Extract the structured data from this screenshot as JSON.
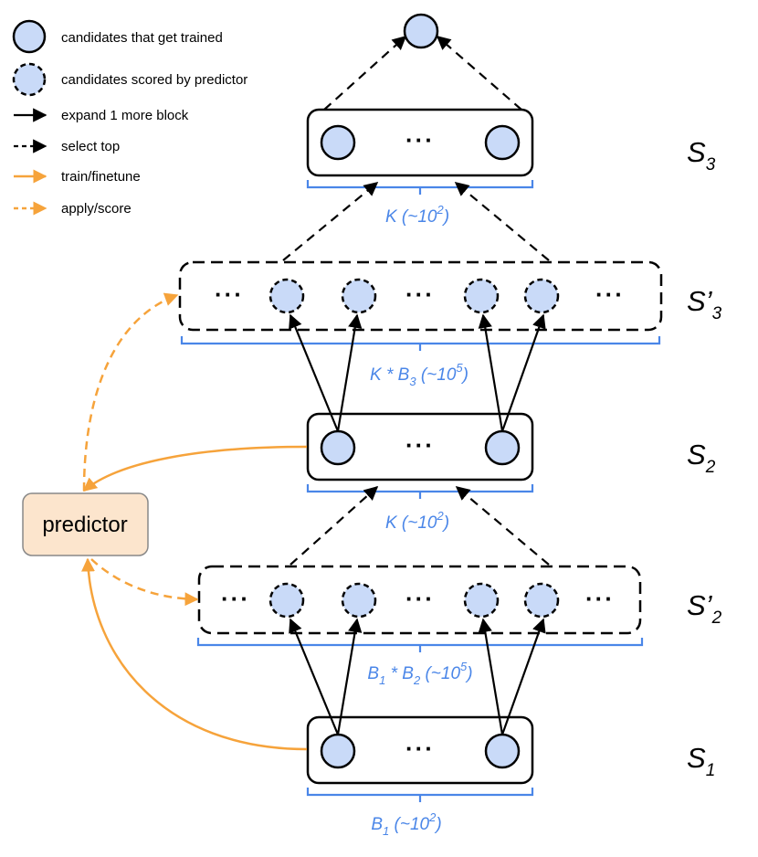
{
  "legend": {
    "trained": "candidates that get trained",
    "scored": "candidates scored by predictor",
    "expand": "expand 1 more block",
    "select": "select top",
    "train": "train/finetune",
    "apply": "apply/score"
  },
  "ellipsis": "···",
  "predictor": "predictor",
  "counts": {
    "s3": {
      "pre": "K (~10",
      "sup": "2",
      "post": ")"
    },
    "s3p": {
      "pre": "K * B",
      "sub": "3",
      "mid": " (~10",
      "sup": "5",
      "post": ")"
    },
    "s2": {
      "pre": "K (~10",
      "sup": "2",
      "post": ")"
    },
    "s2p": {
      "pre1": "B",
      "sub1": "1",
      "pre2": " * B",
      "sub2": "2",
      "mid": " (~10",
      "sup": "5",
      "post": ")"
    },
    "s1": {
      "pre": "B",
      "sub": "1",
      "mid": " (~10",
      "sup": "2",
      "post": ")"
    }
  },
  "stages": {
    "s3": {
      "base": "S",
      "sub": "3"
    },
    "s3p": {
      "base": "S’",
      "sub": "3"
    },
    "s2": {
      "base": "S",
      "sub": "2"
    },
    "s2p": {
      "base": "S’",
      "sub": "2"
    },
    "s1": {
      "base": "S",
      "sub": "1"
    }
  },
  "colors": {
    "node_fill": "#c9daf8",
    "brace_blue": "#4a86e8",
    "predictor_arrow": "#f6a33b",
    "predictor_fill": "#fce5cd"
  }
}
